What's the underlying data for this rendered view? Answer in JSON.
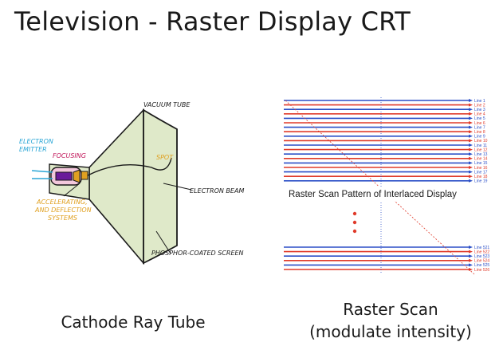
{
  "slide": {
    "title": "Television - Raster Display CRT",
    "crt_caption": "Cathode Ray Tube",
    "raster_caption_line1": "Raster Scan",
    "raster_caption_line2": "(modulate intensity)"
  },
  "crt_diagram": {
    "labels": {
      "electron": "ELECTRON",
      "emitter": "EMITTER",
      "focusing": "FOCUSING",
      "vacuum_tube": "VACUUM TUBE",
      "spot": "SPOT",
      "electron_beam": "ELECTRON BEAM",
      "accelerating": "ACCELERATING,",
      "and_deflection": "AND DEFLECTION",
      "systems": "SYSTEMS",
      "screen": "PHOSPHOR-COATED SCREEN"
    },
    "colors": {
      "tube_fill": "#dfe9c9",
      "outline": "#1a1a1a",
      "emitter_label": "#2aa6d6",
      "focusing_label": "#c2185b",
      "accelerating_label": "#e0a020",
      "spot": "#e0a020"
    }
  },
  "raster_diagram": {
    "inner_label": "Raster Scan Pattern of Interlaced Display",
    "top_line_labels": [
      "Line 1",
      "Line 2",
      "Line 3",
      "Line 4",
      "Line 5",
      "Line 6",
      "Line 7",
      "Line 8",
      "Line 9",
      "Line 10",
      "Line 11",
      "Line 12",
      "Line 13",
      "Line 14",
      "Line 15",
      "Line 16",
      "Line 17",
      "Line 18",
      "Line 19"
    ],
    "bottom_line_labels": [
      "Line 521",
      "Line 522",
      "Line 523",
      "Line 524",
      "Line 525",
      "Line 526"
    ],
    "colors": {
      "odd_line": "#2b4fc7",
      "even_line": "#e03a2a",
      "dot": "#e03a2a",
      "label_text": "#2b4fc7",
      "title_text": "#1a1a1a"
    }
  }
}
